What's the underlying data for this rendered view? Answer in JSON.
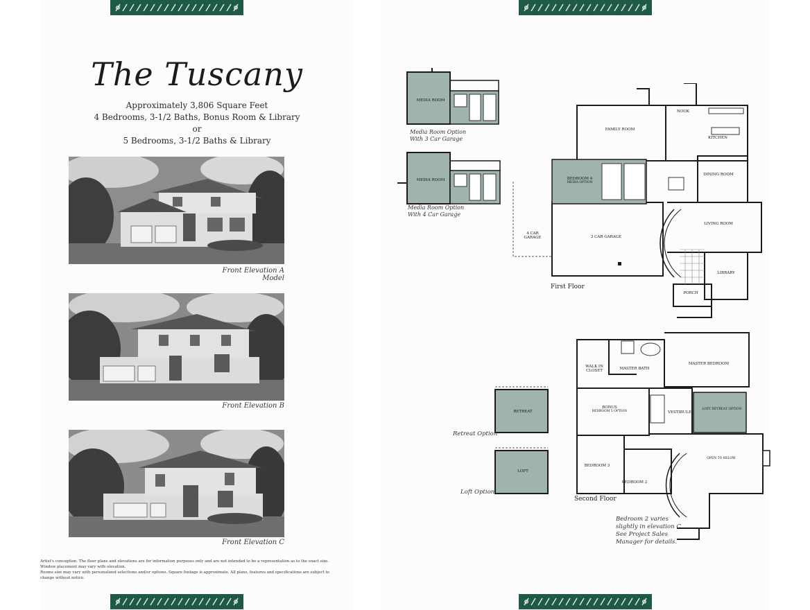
{
  "colors": {
    "band": "#1f5a45",
    "shade": "#9fb5ac",
    "wall": "#1a1a1a"
  },
  "title": "The Tuscany",
  "specs": {
    "line1": "Approximately 3,806 Square Feet",
    "line2": "4 Bedrooms, 3-1/2 Baths, Bonus Room & Library",
    "line3": "or",
    "line4": "5 Bedrooms, 3-1/2 Baths & Library"
  },
  "elevations": {
    "a_line1": "Front Elevation A",
    "a_line2": "Model",
    "b": "Front Elevation B",
    "c": "Front Elevation C"
  },
  "disclaimer": {
    "line1": "Artist's conception. The floor plans and elevations are for information purposes only and are not intended to be a representation as to the exact size. Window placement may vary with elevation.",
    "line2": "Rooms size may vary with personalized selections and/or options. Square footage is approximate. All plans, features and specifications are subject to change without notice."
  },
  "media_options": {
    "room_label": "MEDIA ROOM",
    "option3_line1": "Media Room Option",
    "option3_line2": "With 3 Car Garage",
    "option4_line1": "Media Room Option",
    "option4_line2": "With 4 Car Garage"
  },
  "first_floor": {
    "caption": "First Floor",
    "family_room": "FAMILY ROOM",
    "nook": "NOOK",
    "kitchen": "KITCHEN",
    "dining_room": "DINING ROOM",
    "living_room": "LIVING ROOM",
    "library": "LIBRARY",
    "porch": "PORCH",
    "garage": "3 CAR GARAGE",
    "opt_garage": "4 CAR GARAGE",
    "bedroom4": "BEDROOM 4",
    "bedroom4_sub": "MEDIA OPTION"
  },
  "upper_options": {
    "retreat": "RETREAT",
    "retreat_caption": "Retreat Option",
    "loft": "LOFT",
    "loft_caption": "Loft Option"
  },
  "second_floor": {
    "caption": "Second Floor",
    "master_bedroom": "MASTER BEDROOM",
    "master_bath": "MASTER BATH",
    "walk_in_closet": "WALK IN CLOSET",
    "bonus": "BONUS",
    "bonus_sub": "BEDROOM 5 OPTION",
    "vestibule": "VESTIBULE",
    "bedroom3": "BEDROOM 3",
    "bedroom2": "BEDROOM 2",
    "open_to_below": "OPEN TO BELOW",
    "loft_retreat": "LOFT RETREAT OPTION"
  },
  "bedroom_note": {
    "line1": "Bedroom 2 varies",
    "line2": "slightly in elevation C.",
    "line3": "See Project Sales",
    "line4": "Manager for details."
  }
}
